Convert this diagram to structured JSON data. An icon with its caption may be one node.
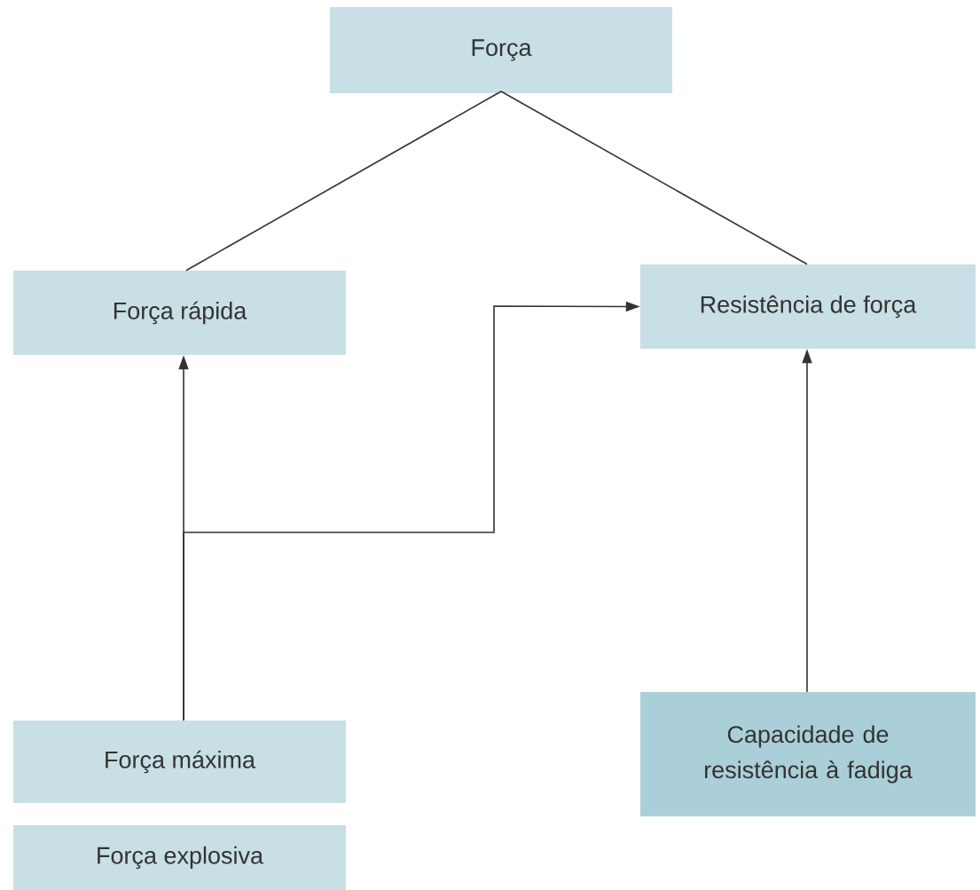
{
  "diagram": {
    "nodes": [
      {
        "text": [
          "Força"
        ]
      },
      {
        "text": [
          "Força rápida"
        ]
      },
      {
        "text": [
          "Resistência de força"
        ]
      },
      {
        "text": [
          "Força máxima"
        ]
      },
      {
        "text": [
          "Capacidade de resistência à fadiga"
        ]
      },
      {
        "text": [
          "Força explosiva"
        ]
      }
    ],
    "edges": [
      {
        "from": 0,
        "to": 1,
        "arrow": "none"
      },
      {
        "from": 0,
        "to": 2,
        "arrow": "none"
      },
      {
        "from": 3,
        "to": 1,
        "arrow": "to"
      },
      {
        "from": 3,
        "to": 2,
        "arrow": "to"
      },
      {
        "from": 4,
        "to": 2,
        "arrow": "to"
      }
    ]
  }
}
